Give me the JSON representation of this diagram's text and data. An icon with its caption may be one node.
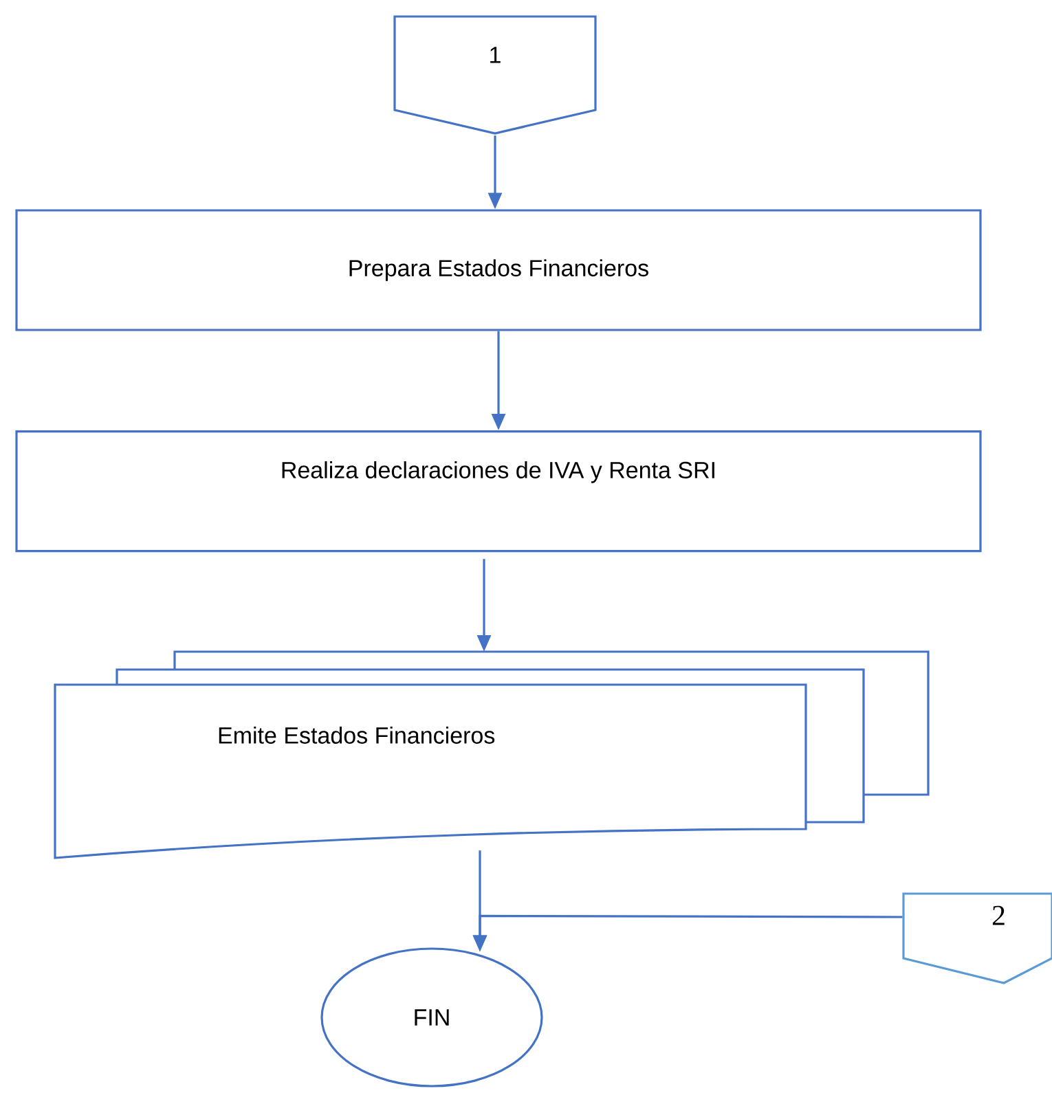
{
  "diagram": {
    "nodes": [
      {
        "text": [
          "1"
        ]
      },
      {
        "text": [
          "Prepara Estados Financieros"
        ]
      },
      {
        "text": [
          "Realiza declaraciones de IVA y Renta SRI"
        ]
      },
      {
        "text": [
          "Emite Estados Financieros"
        ]
      },
      {
        "text": [
          "2"
        ]
      },
      {
        "text": [
          "FIN"
        ]
      }
    ],
    "edges": [
      {
        "from": 0,
        "to": 1,
        "arrow": "to"
      },
      {
        "from": 1,
        "to": 2,
        "arrow": "to"
      },
      {
        "from": 2,
        "to": 3,
        "arrow": "to"
      },
      {
        "from": 3,
        "to": 5,
        "arrow": "to"
      },
      {
        "from": 4,
        "to": 5,
        "arrow": "to"
      }
    ]
  }
}
